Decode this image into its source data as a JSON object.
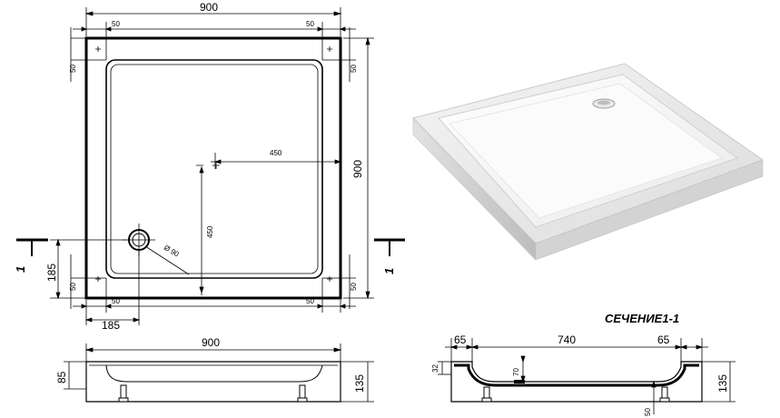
{
  "plan": {
    "top_width": "900",
    "top_left_margin": "50",
    "top_right_margin": "50",
    "right_height": "900",
    "left_top_margin": "50",
    "right_top_margin": "50",
    "center_x": "450",
    "center_y": "450",
    "drain_diameter": "Ø 90",
    "drain_offset_y": "185",
    "left_bottom_margin": "50",
    "right_bottom_margin": "50",
    "bottom_left_margin": "50",
    "bottom_right_margin": "50",
    "drain_offset_x": "185",
    "section_marker_left": "1",
    "section_marker_right": "1"
  },
  "front_view": {
    "width": "900",
    "left_height": "85",
    "right_height": "135"
  },
  "section": {
    "title": "СЕЧЕНИЕ1-1",
    "rim_left": "65",
    "inner_width": "740",
    "rim_right": "65",
    "left_small": "32",
    "depth": "70",
    "height": "135",
    "bottom_small": "50"
  }
}
